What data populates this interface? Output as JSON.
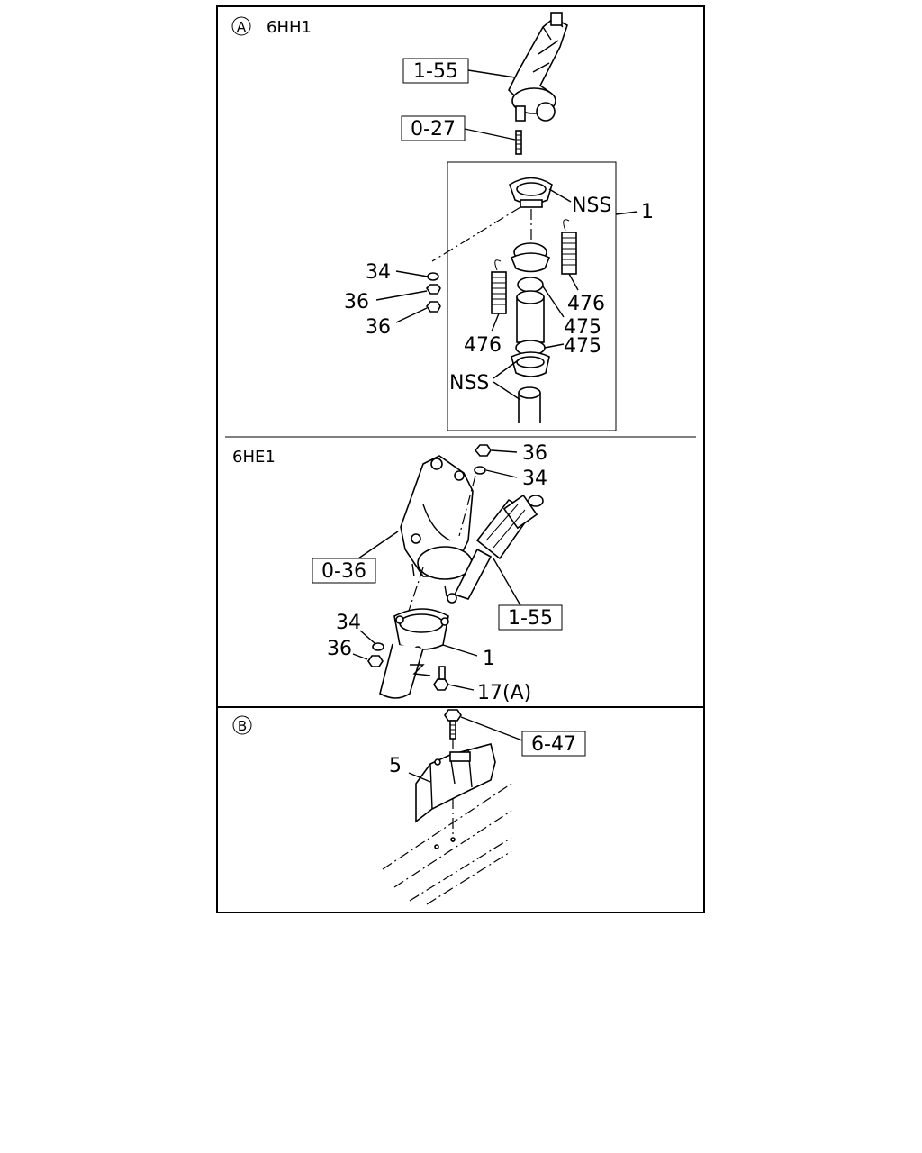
{
  "section_a": {
    "marker": "A",
    "engine": "6HH1",
    "labels": {
      "ref_1_55": "1-55",
      "ref_0_27": "0-27",
      "nss_top": "NSS",
      "part_1": "1",
      "part_34": "34",
      "part_36_a": "36",
      "part_36_b": "36",
      "part_476_right": "476",
      "part_475_a": "475",
      "part_476_left": "476",
      "part_475_b": "475",
      "nss_bottom": "NSS"
    }
  },
  "section_6he1": {
    "engine": "6HE1",
    "labels": {
      "part_36_top": "36",
      "part_34_top": "34",
      "ref_0_36": "0-36",
      "ref_1_55": "1-55",
      "part_34": "34",
      "part_36": "36",
      "part_1": "1",
      "part_17a": "17(A)"
    }
  },
  "section_b": {
    "marker": "B",
    "labels": {
      "ref_6_47": "6-47",
      "part_5": "5"
    }
  }
}
